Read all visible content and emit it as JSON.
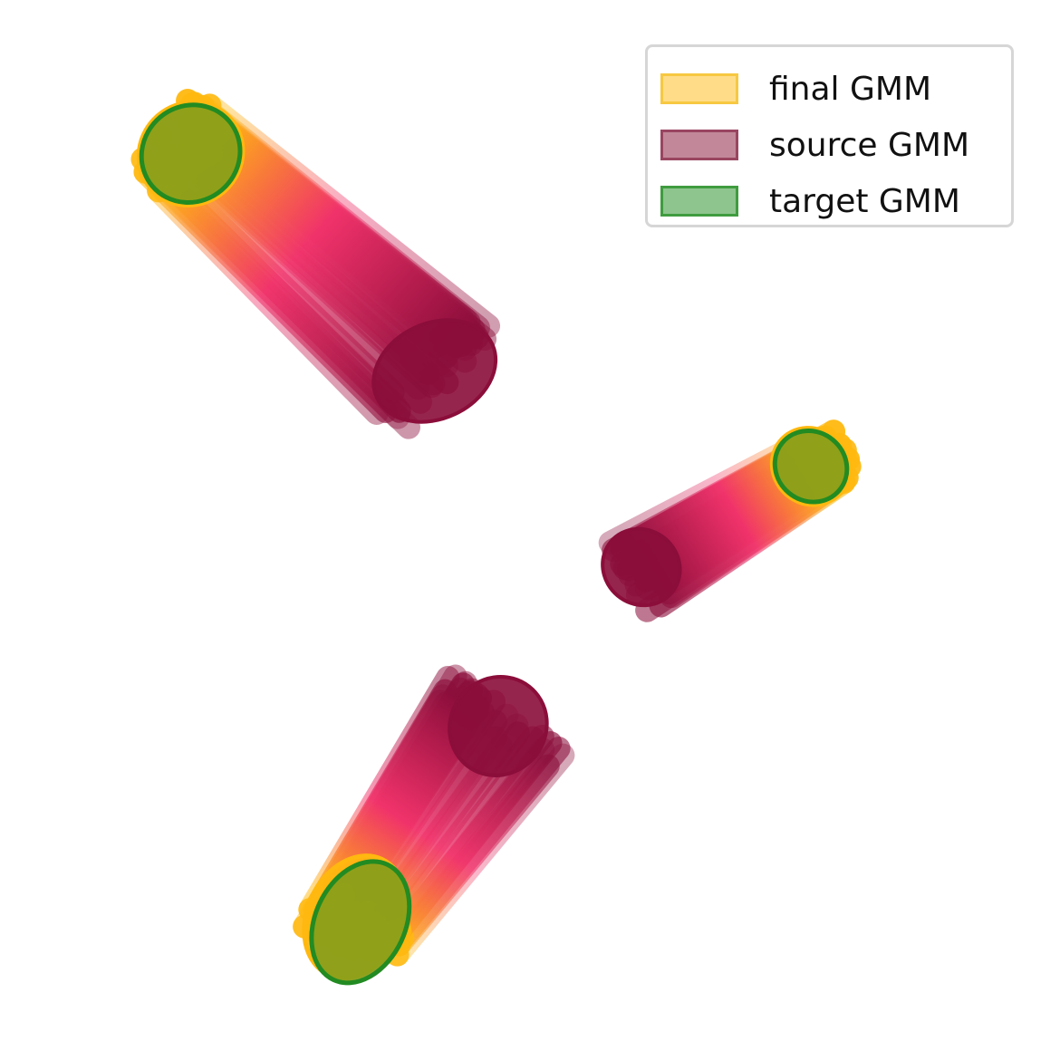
{
  "legend": {
    "placement": "top-right",
    "items": [
      {
        "label": "final GMM",
        "fill": "#ffdd88",
        "stroke": "#f7c841"
      },
      {
        "label": "source GMM",
        "fill": "#c2889a",
        "stroke": "#9a4561"
      },
      {
        "label": "target GMM",
        "fill": "#8ec48e",
        "stroke": "#3f9c3f"
      }
    ]
  },
  "colors": {
    "source": "#8b0d3a",
    "mid": "#f0326a",
    "final": "#ffb80f",
    "target_edge": "#228b22",
    "target_fill": "#8a9e1a"
  },
  "chart_data": {
    "type": "scatter",
    "title": "",
    "xlabel": "",
    "ylabel": "",
    "axes_visible": false,
    "grid": false,
    "xlim": [
      -1,
      1
    ],
    "ylim": [
      -1,
      1
    ],
    "components": [
      {
        "source": {
          "center": [
            -0.18,
            0.3
          ],
          "width": 0.24,
          "height": 0.18,
          "angle": 25
        },
        "target": {
          "center": [
            -0.64,
            0.71
          ],
          "width": 0.19,
          "height": 0.18,
          "angle": 40
        },
        "final": {
          "center": [
            -0.64,
            0.71
          ],
          "width": 0.2,
          "height": 0.19,
          "angle": 40
        },
        "n_particles": 40
      },
      {
        "source": {
          "center": [
            0.21,
            -0.07
          ],
          "width": 0.15,
          "height": 0.14,
          "angle": -40
        },
        "target": {
          "center": [
            0.53,
            0.12
          ],
          "width": 0.14,
          "height": 0.13,
          "angle": -40
        },
        "final": {
          "center": [
            0.53,
            0.12
          ],
          "width": 0.15,
          "height": 0.14,
          "angle": -40
        },
        "n_particles": 34
      },
      {
        "source": {
          "center": [
            -0.06,
            -0.37
          ],
          "width": 0.19,
          "height": 0.18,
          "angle": 52
        },
        "target": {
          "center": [
            -0.32,
            -0.74
          ],
          "width": 0.24,
          "height": 0.17,
          "angle": 65
        },
        "final": {
          "center": [
            -0.33,
            -0.73
          ],
          "width": 0.24,
          "height": 0.18,
          "angle": 65
        },
        "n_particles": 36
      }
    ]
  }
}
